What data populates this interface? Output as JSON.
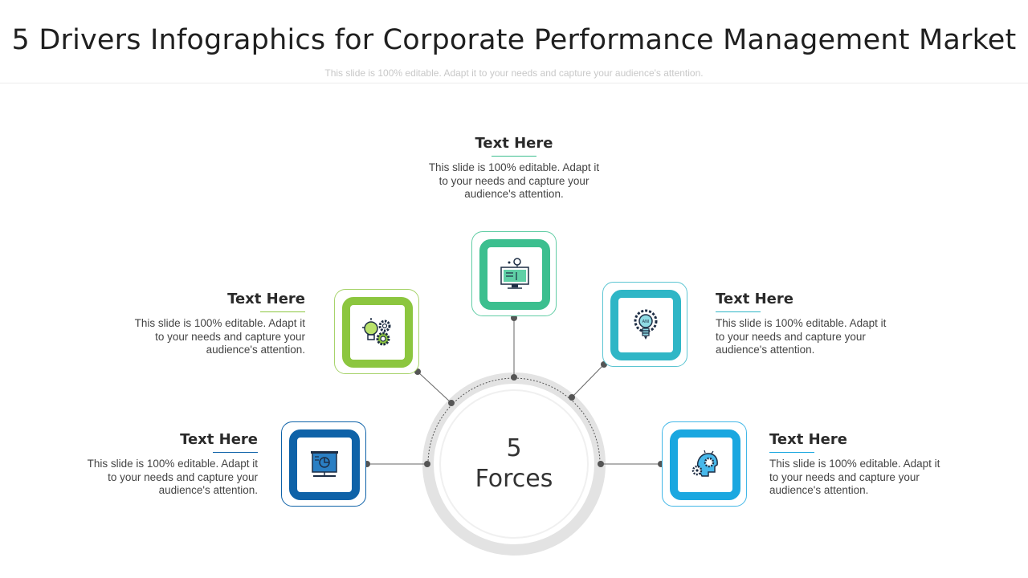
{
  "title": "5 Drivers Infographics for Corporate Performance Management Market",
  "subtitle": "This slide is 100% editable. Adapt it to your needs and capture your audience's attention.",
  "center": {
    "number": "5",
    "word": "Forces"
  },
  "drivers": [
    {
      "heading": "Text Here",
      "desc": "This slide is 100% editable. Adapt it to your needs and capture your audience's attention.",
      "color": "#0e62a8",
      "border": "#0e62a8",
      "icon": "presentation-board-icon"
    },
    {
      "heading": "Text Here",
      "desc": "This slide is 100% editable. Adapt it to your needs and capture your audience's attention.",
      "color": "#8cc63f",
      "border": "#a7d36b",
      "icon": "lightbulb-gears-icon"
    },
    {
      "heading": "Text Here",
      "desc": "This slide is 100% editable. Adapt it to your needs and capture your audience's attention.",
      "color": "#3cbf8f",
      "border": "#62cda5",
      "icon": "computer-monitor-icon"
    },
    {
      "heading": "Text Here",
      "desc": "This slide is 100% editable. Adapt it to your needs and capture your audience's attention.",
      "color": "#2fb6c6",
      "border": "#5cc5d2",
      "icon": "bulb-gear-icon"
    },
    {
      "heading": "Text Here",
      "desc": "This slide is 100% editable. Adapt it to your needs and capture your audience's attention.",
      "color": "#1aa7e0",
      "border": "#42b7e7",
      "icon": "head-gears-icon"
    }
  ]
}
